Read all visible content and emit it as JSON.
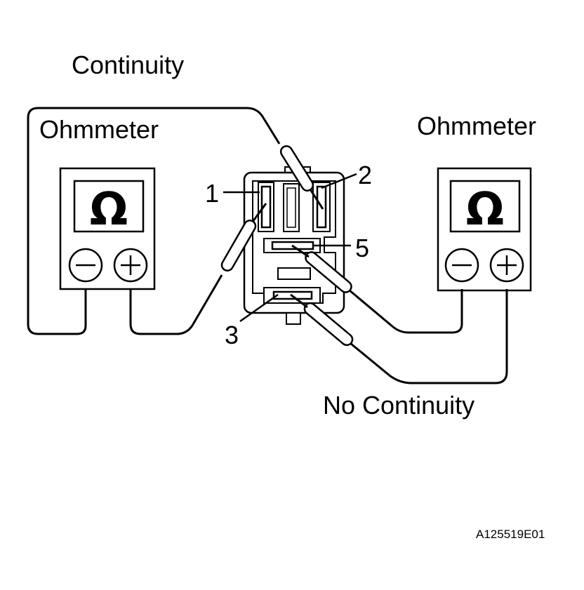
{
  "labels": {
    "continuity": "Continuity",
    "no_continuity": "No Continuity",
    "figure_code": "A125519E01"
  },
  "meters": {
    "left": {
      "title": "Ohmmeter",
      "display": "Ω",
      "minus": "−",
      "plus": "+"
    },
    "right": {
      "title": "Ohmmeter",
      "display": "Ω",
      "minus": "−",
      "plus": "+"
    }
  },
  "terminals": {
    "t1": "1",
    "t2": "2",
    "t3": "3",
    "t5": "5"
  }
}
